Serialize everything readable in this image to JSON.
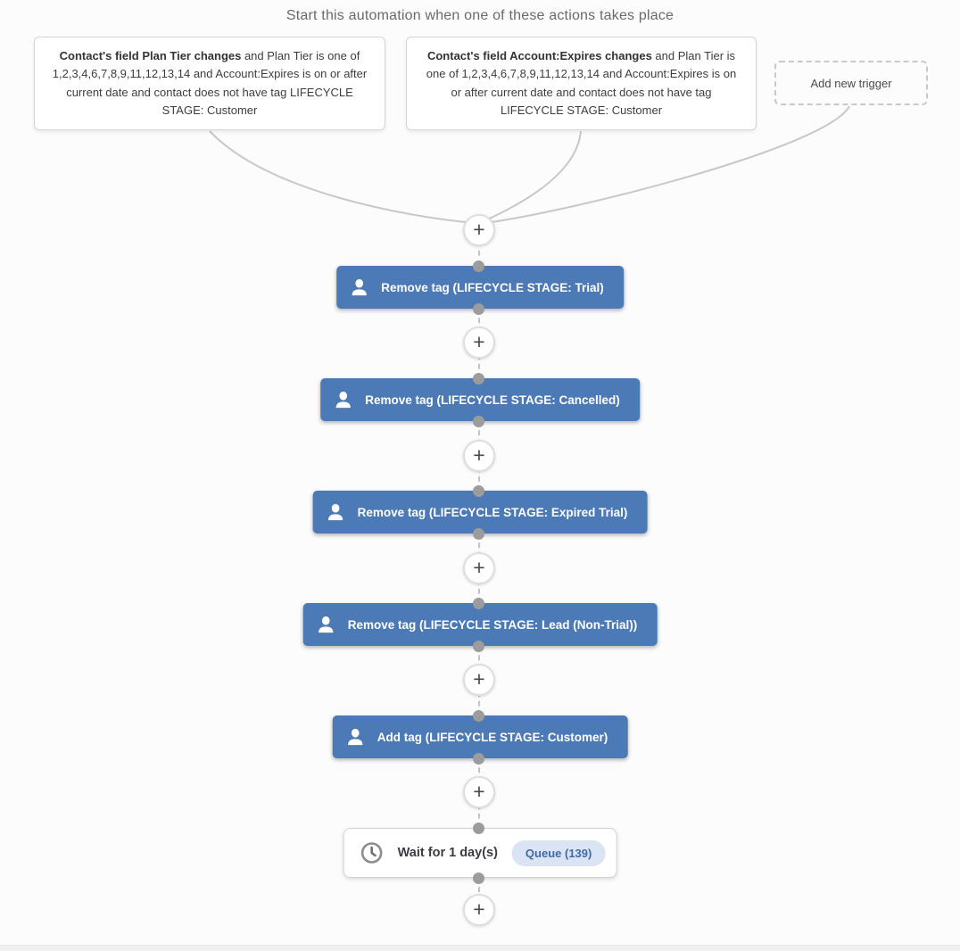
{
  "header": {
    "title": "Start this automation when one of these actions takes place"
  },
  "triggers": [
    {
      "bold": "Contact's field Plan Tier changes",
      "rest": " and Plan Tier is one of 1,2,3,4,6,7,8,9,11,12,13,14 and Account:Expires is on or after current date and contact does not have tag LIFECYCLE STAGE: Customer"
    },
    {
      "bold": "Contact's field Account:Expires changes",
      "rest": " and Plan Tier is one of 1,2,3,4,6,7,8,9,11,12,13,14 and Account:Expires is on or after current date and contact does not have tag LIFECYCLE STAGE: Customer"
    }
  ],
  "add_trigger_label": "Add new trigger",
  "plus_glyph": "+",
  "actions": [
    {
      "label": "Remove tag (LIFECYCLE STAGE: Trial)",
      "icon": "contact-icon"
    },
    {
      "label": "Remove tag (LIFECYCLE STAGE: Cancelled)",
      "icon": "contact-icon"
    },
    {
      "label": "Remove tag (LIFECYCLE STAGE: Expired Trial)",
      "icon": "contact-icon"
    },
    {
      "label": "Remove tag (LIFECYCLE STAGE: Lead (Non-Trial))",
      "icon": "contact-icon"
    },
    {
      "label": "Add tag (LIFECYCLE STAGE: Customer)",
      "icon": "contact-icon"
    }
  ],
  "wait": {
    "label": "Wait for 1 day(s)",
    "badge": "Queue (139)",
    "icon": "clock-icon"
  },
  "colors": {
    "action_blue": "#4c7ab6",
    "badge_bg": "#dbe4f4",
    "badge_text": "#3f69ae",
    "connector_gray": "#c3c3c3"
  }
}
